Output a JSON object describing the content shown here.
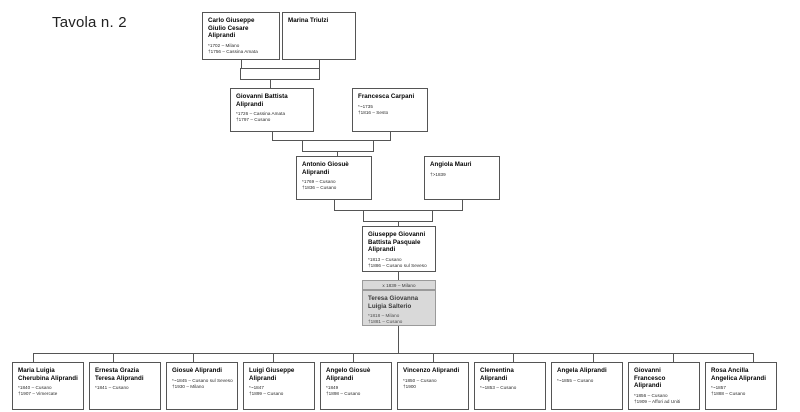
{
  "title": "Tavola n. 2",
  "generations": {
    "g1": [
      {
        "name": "Carlo Giuseppe Giulio Cesare Aliprandi",
        "birth": "*1702 – Milano",
        "death": "†1756 – Cassina Amata"
      },
      {
        "name": "Marina Triulzi",
        "birth": "",
        "death": ""
      }
    ],
    "g2": [
      {
        "name": "Giovanni Battista Aliprandi",
        "birth": "*1726 – Cassina Amata",
        "death": "†1797 – Cusano"
      },
      {
        "name": "Francesca Carpani",
        "birth": "*~1735",
        "death": "†1816 – Sesto"
      }
    ],
    "g3": [
      {
        "name": "Antonio Giosuè Aliprandi",
        "birth": "*1769 – Cusano",
        "death": "†1836 – Cusano"
      },
      {
        "name": "Angiola Mauri",
        "birth": "†>1839",
        "death": ""
      }
    ],
    "g4": {
      "main": {
        "name": "Giuseppe Giovanni Battista Pasquale Aliprandi",
        "birth": "*1813 – Cusano",
        "death": "†1886 – Cusano sul Seveso"
      },
      "marriage": "x 1839 – Milano",
      "spouse": {
        "name": "Teresa Giovanna Luigia Salterio",
        "birth": "*1818 – Milano",
        "death": "†1881 – Cusano"
      }
    },
    "children": [
      {
        "name": "Maria Luigia Cherubina Aliprandi",
        "birth": "*1840 – Cusano",
        "death": "†1907 – Vimercate"
      },
      {
        "name": "Ernesta Grazia Teresa Aliprandi",
        "birth": "*1841 – Cusano",
        "death": ""
      },
      {
        "name": "Giosuè Aliprandi",
        "birth": "*~1845 – Cusano sul Seveso",
        "death": "†1930 – Milano"
      },
      {
        "name": "Luigi Giuseppe Aliprandi",
        "birth": "*~1847",
        "death": "†1899 – Cusano"
      },
      {
        "name": "Angelo Giosuè Aliprandi",
        "birth": "*1849",
        "death": "†1898 – Cusano"
      },
      {
        "name": "Vincenzo Aliprandi",
        "birth": "*1850 – Cusano",
        "death": "†1900"
      },
      {
        "name": "Clementina Aliprandi",
        "birth": "*~1853 – Cusano",
        "death": ""
      },
      {
        "name": "Angela Aliprandi",
        "birth": "*~1855 – Cusano",
        "death": ""
      },
      {
        "name": "Giovanni Francesco Aliprandi",
        "birth": "*1856 – Cusano",
        "death": "†1909 – Affori ad Uniti"
      },
      {
        "name": "Rosa Ancilla Angelica Aliprandi",
        "birth": "*~1857",
        "death": "†1888 – Cusano"
      }
    ]
  }
}
